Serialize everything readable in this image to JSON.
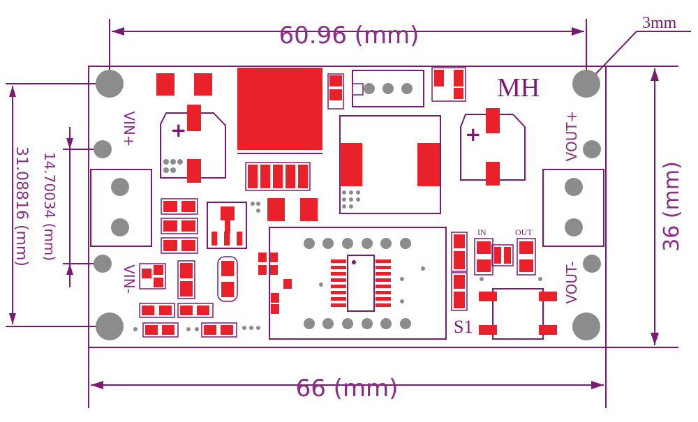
{
  "dimensions": {
    "top_width": "60.96 (mm)",
    "bottom_width": "66 (mm)",
    "right_height": "36 (mm)",
    "left_outer": "31.08816 (mm)",
    "left_inner": "14.70034 (mm)",
    "hole_callout": "3mm"
  },
  "labels": {
    "vin_plus": "VIN+",
    "vin_minus": "VIN-",
    "vout_plus": "VOUT+",
    "vout_minus": "VOUT-",
    "mh": "MH",
    "s1": "S1",
    "in": "IN",
    "out": "OUT"
  },
  "colors": {
    "outline": "#7b1a73",
    "pad": "#e8212b",
    "hole": "#8c8c8c",
    "background": "#ffffff"
  }
}
